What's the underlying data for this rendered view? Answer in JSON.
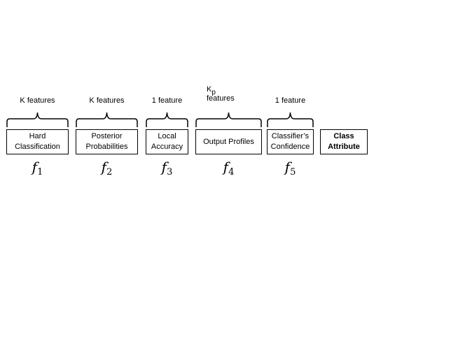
{
  "segments": [
    {
      "count": "K features",
      "box": [
        "Hard",
        "Classification"
      ],
      "fn": "f",
      "sub": "1"
    },
    {
      "count": "K features",
      "box": [
        "Posterior",
        "Probabilities"
      ],
      "fn": "f",
      "sub": "2"
    },
    {
      "count": "1 feature",
      "box": [
        "Local",
        "Accuracy"
      ],
      "fn": "f",
      "sub": "3"
    },
    {
      "count_main": "K",
      "count_sub": "p",
      "count_rest": "features",
      "box": [
        "Output Profiles"
      ],
      "fn": "f",
      "sub": "4"
    },
    {
      "count": "1 feature",
      "box": [
        "Classifier’s",
        "Confidence"
      ],
      "fn": "f",
      "sub": "5"
    }
  ],
  "class_attribute": [
    "Class",
    "Attribute"
  ]
}
